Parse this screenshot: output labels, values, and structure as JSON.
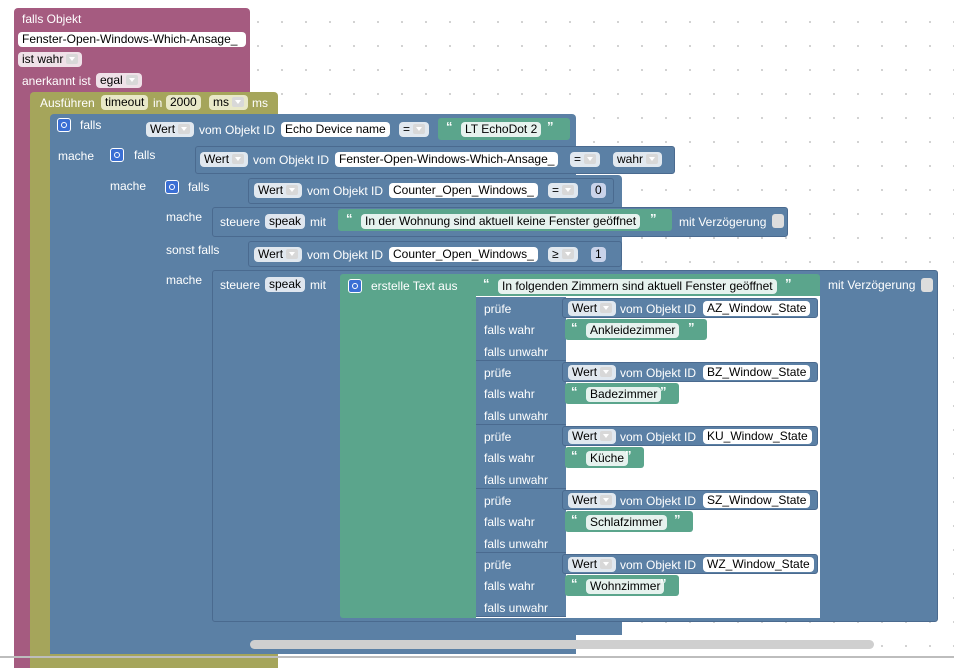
{
  "trigger": {
    "title": "falls Objekt",
    "object_id": "Fenster-Open-Windows-Which-Ansage_",
    "condition": "ist wahr",
    "ack_label": "anerkannt ist",
    "ack_value": "egal"
  },
  "timeout": {
    "prefix": "Ausführen",
    "name": "timeout",
    "in_label": "in",
    "value": "2000",
    "unit_select": "ms",
    "unit_label": "ms"
  },
  "common": {
    "falls": "falls",
    "mache": "mache",
    "sonst_falls": "sonst falls",
    "wert": "Wert",
    "vom_objekt_id": "vom Objekt ID",
    "steuere": "steuere",
    "speak": "speak",
    "mit": "mit",
    "mit_verzoegerung": "mit Verzögerung",
    "pruefe": "prüfe",
    "falls_wahr": "falls wahr",
    "falls_unwahr": "falls unwahr",
    "erstelle_text": "erstelle Text aus"
  },
  "if1": {
    "object": "Echo Device name",
    "op": "=",
    "text": "LT EchoDot 2"
  },
  "if2": {
    "object": "Fenster-Open-Windows-Which-Ansage_",
    "op": "=",
    "value": "wahr"
  },
  "if3": {
    "object": "Counter_Open_Windows_",
    "op": "=",
    "value": "0",
    "message": "In der Wohnung sind aktuell keine Fenster geöffnet"
  },
  "elseif": {
    "object": "Counter_Open_Windows_",
    "op": "≥",
    "value": "1"
  },
  "text_join": {
    "intro": "In folgenden Zimmern sind aktuell Fenster geöffnet",
    "rooms": [
      {
        "state": "AZ_Window_State",
        "name": "Ankleidezimmer"
      },
      {
        "state": "BZ_Window_State",
        "name": "Badezimmer"
      },
      {
        "state": "KU_Window_State",
        "name": "Küche"
      },
      {
        "state": "SZ_Window_State",
        "name": "Schlafzimmer"
      },
      {
        "state": "WZ_Window_State",
        "name": "Wohnzimmer"
      }
    ]
  },
  "colors": {
    "trigger": "#a55b80",
    "timeout": "#a5a55b",
    "logic": "#5b80a5",
    "text": "#5ba58c"
  }
}
